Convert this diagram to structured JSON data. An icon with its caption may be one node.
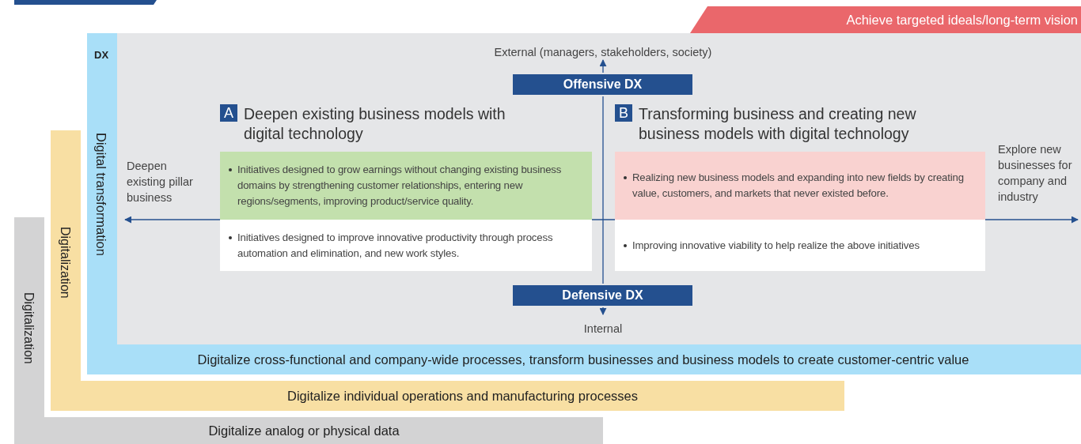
{
  "diagram": {
    "nodes": [
      {
        "text": [
          "Digitalization",
          "Digitalize analog or physical data"
        ]
      },
      {
        "text": [
          "Digitalization",
          "Digitalize individual operations and manufacturing processes"
        ]
      },
      {
        "text": [
          "DX",
          "Digital transformation",
          "Digitalize cross-functional and company-wide processes, transform businesses and business models to create customer-centric value"
        ]
      },
      {
        "text": [
          "Achieve targeted ideals/long-term vision"
        ]
      },
      {
        "text": [
          "Offensive DX"
        ],
        "in": 2
      },
      {
        "text": [
          "A",
          "Deepen existing business models with digital technology"
        ],
        "in": 2
      },
      {
        "text": [
          "B",
          "Transforming business and creating new business models with digital technology"
        ],
        "in": 2
      },
      {
        "text": [
          "Initiatives designed to grow earnings without changing existing business domains by strengthening customer relationships, entering new regions/segments, improving product/service quality."
        ],
        "in": 2
      },
      {
        "text": [
          "Realizing new business models and expanding into new fields by creating value, customers, and markets that never existed before."
        ],
        "in": 2
      },
      {
        "text": [
          "Initiatives designed to improve innovative productivity through process automation and elimination, and new work styles."
        ],
        "in": 2
      },
      {
        "text": [
          "Improving innovative viability to help realize the above initiatives"
        ],
        "in": 2
      },
      {
        "text": [
          "Defensive DX"
        ],
        "in": 2
      }
    ],
    "edges": [],
    "labels": [
      "External (managers, stakeholders, society)",
      "Deepen existing pillar business",
      "Explore new businesses for company and industry",
      "Internal"
    ]
  }
}
